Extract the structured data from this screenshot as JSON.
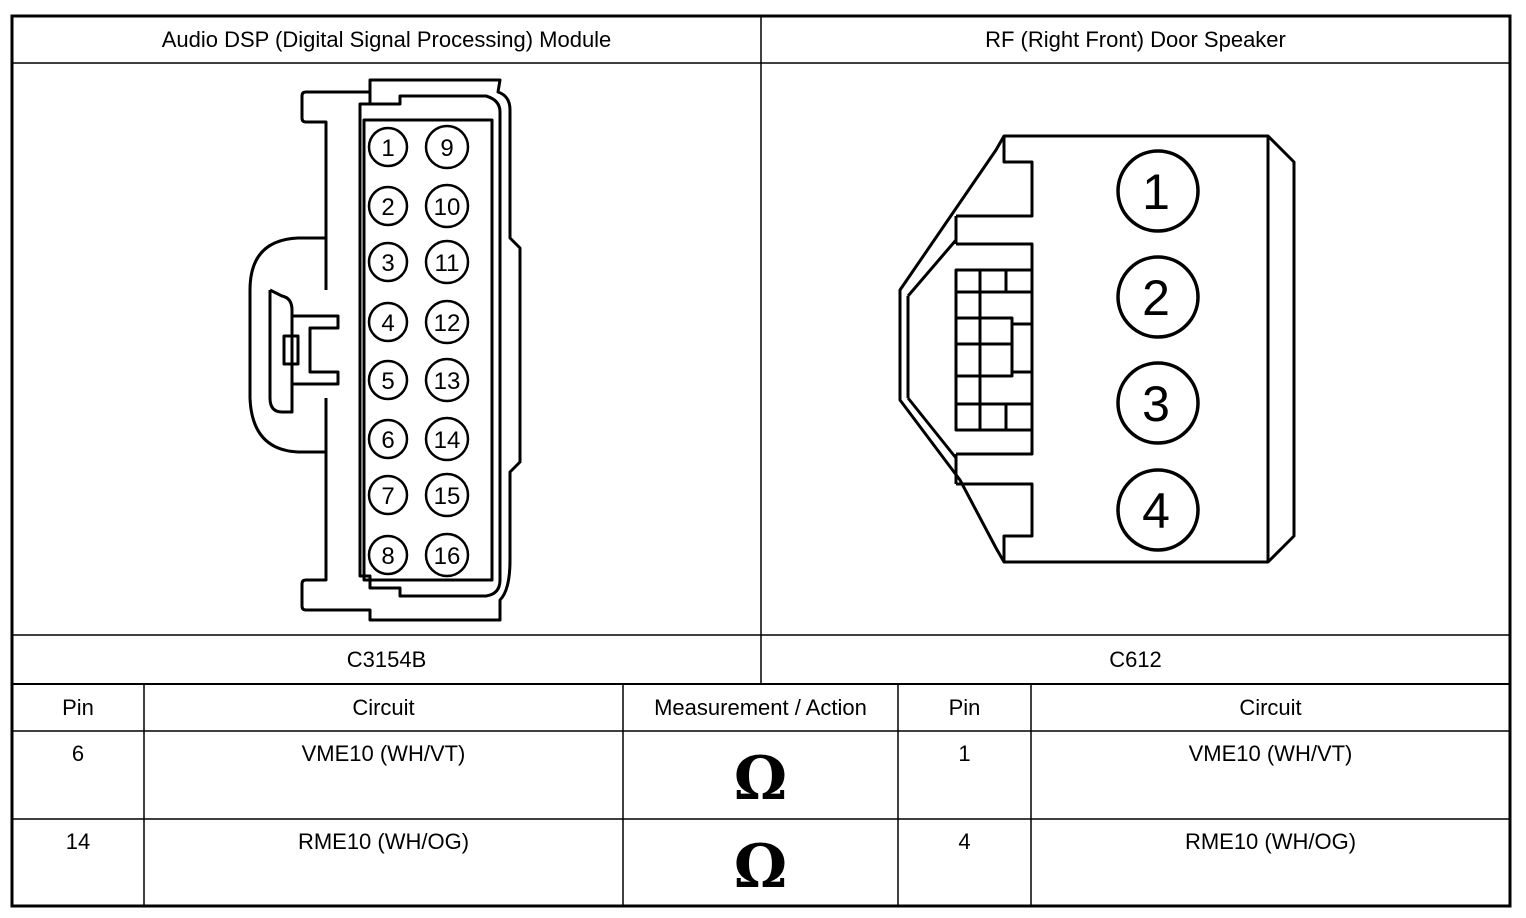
{
  "headers": {
    "left": "Audio DSP (Digital Signal Processing) Module",
    "right": "RF (Right Front) Door Speaker"
  },
  "connectors": {
    "left": {
      "name": "C3154B",
      "pins_col1": [
        "1",
        "2",
        "3",
        "4",
        "5",
        "6",
        "7",
        "8"
      ],
      "pins_col2": [
        "9",
        "10",
        "11",
        "12",
        "13",
        "14",
        "15",
        "16"
      ]
    },
    "right": {
      "name": "C612",
      "pins": [
        "1",
        "2",
        "3",
        "4"
      ]
    }
  },
  "table": {
    "columns": [
      "Pin",
      "Circuit",
      "Measurement / Action",
      "Pin",
      "Circuit"
    ],
    "rows": [
      {
        "pin_a": "6",
        "circuit_a": "VME10 (WH/VT)",
        "action": "Ω",
        "pin_b": "1",
        "circuit_b": "VME10 (WH/VT)"
      },
      {
        "pin_a": "14",
        "circuit_a": "RME10 (WH/OG)",
        "action": "Ω",
        "pin_b": "4",
        "circuit_b": "RME10 (WH/OG)"
      }
    ]
  }
}
